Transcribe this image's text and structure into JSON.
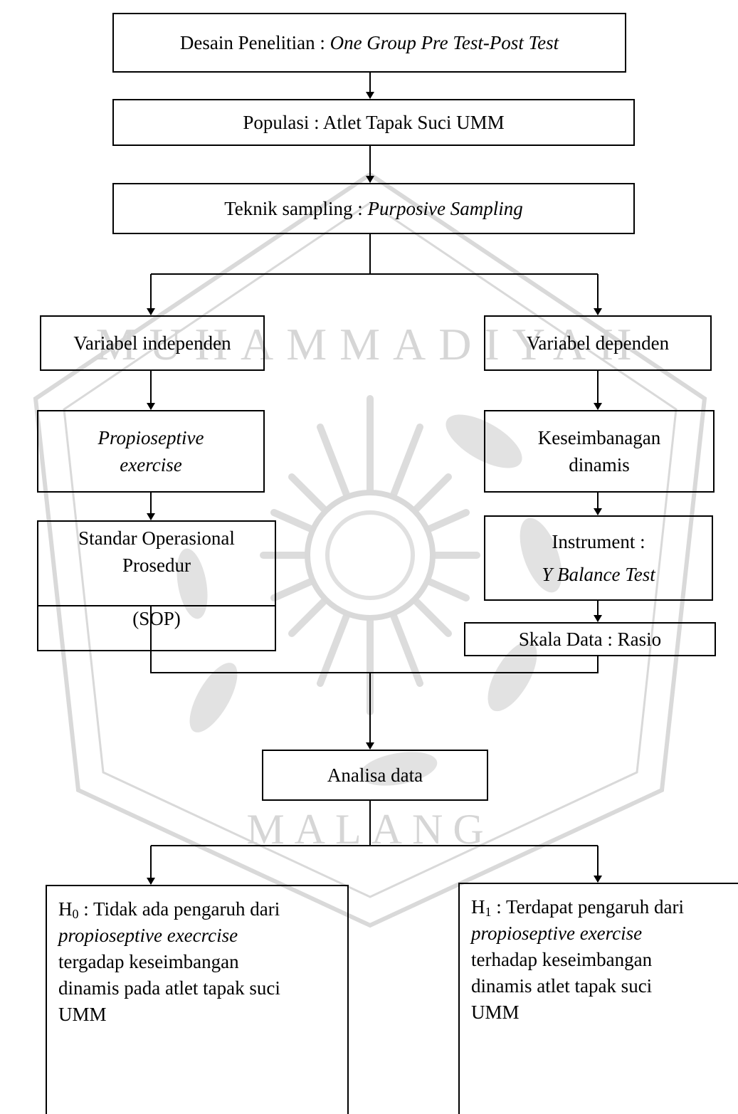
{
  "nodes": {
    "design": {
      "label": "Desain Penelitian : ",
      "emphasis": "One Group Pre Test-Post Test"
    },
    "population": {
      "label": "Populasi : Atlet Tapak Suci UMM"
    },
    "sampling": {
      "label": "Teknik sampling : ",
      "emphasis": "Purposive Sampling"
    },
    "independent": {
      "label": "Variabel independen"
    },
    "dependent": {
      "label": "Variabel dependen"
    },
    "exercise": {
      "line1": "Propioseptive",
      "line2": "exercise"
    },
    "balance": {
      "line1": "Keseimbanagan",
      "line2": "dinamis"
    },
    "sop": {
      "line1": "Standar Operasional",
      "line2": "Prosedur",
      "line3": "(SOP)"
    },
    "instrument": {
      "line1": "Instrument :",
      "line2": "Y Balance Test"
    },
    "scale": {
      "label": "Skala Data : Rasio"
    },
    "analysis": {
      "label": "Analisa data"
    },
    "h0": {
      "symbol": "H",
      "subscript": "0",
      "line1_rest": " : Tidak ada pengaruh dari",
      "line2": "propioseptive execrcise",
      "line3": "tergadap keseimbangan",
      "line4": "dinamis pada atlet tapak suci",
      "line5": "UMM"
    },
    "h1": {
      "symbol": "H",
      "subscript": "1",
      "line1_rest": " : Terdapat pengaruh dari",
      "line2": "propioseptive exercise",
      "line3": "terhadap keseimbangan",
      "line4": "dinamis atlet tapak suci",
      "line5": "UMM"
    }
  },
  "watermark": {
    "text_top": "MUHAMMADIYAH",
    "text_bottom": "MALANG",
    "color": "#d6d6d6"
  }
}
